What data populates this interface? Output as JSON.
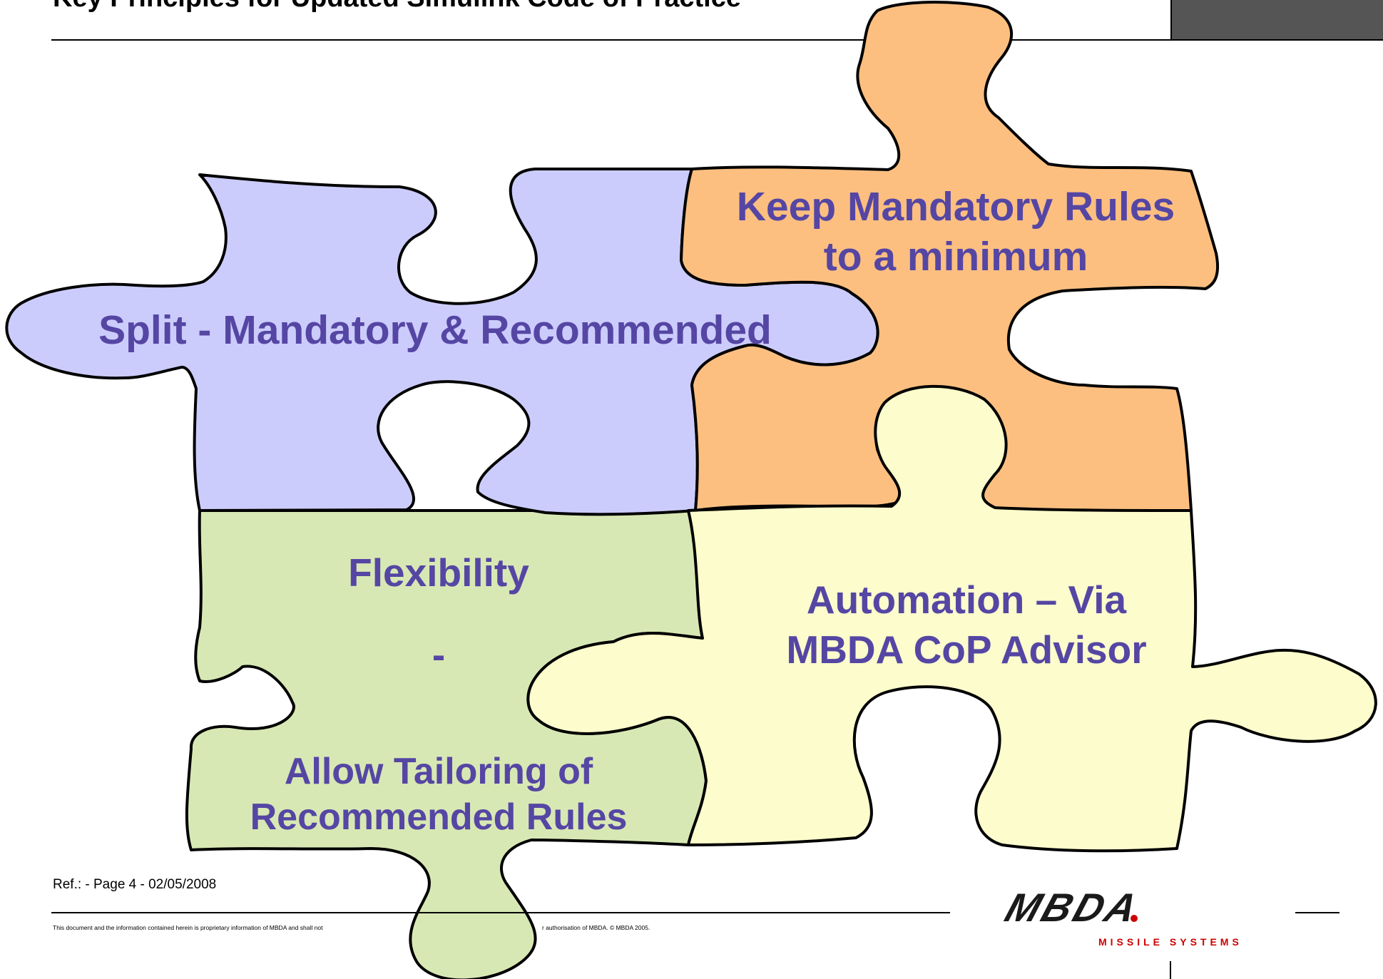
{
  "slide": {
    "title": "Key Principles for Updated Simulink Code of Practice",
    "pieces": {
      "top_left": {
        "lines": [
          "Split - Mandatory & Recommended"
        ],
        "fill": "#ccccfc"
      },
      "top_right": {
        "lines": [
          "Keep Mandatory Rules",
          "to a minimum"
        ],
        "fill": "#fcbf80"
      },
      "bottom_left": {
        "heading": "Flexibility",
        "dash": "-",
        "lines": [
          "Allow Tailoring of",
          "Recommended Rules"
        ],
        "fill": "#d8e8b4"
      },
      "bottom_right": {
        "lines": [
          "Automation – Via",
          "MBDA CoP Advisor"
        ],
        "fill": "#fcfccc"
      }
    },
    "text_color": "#5546a4",
    "footer": {
      "ref": "Ref.: - Page 4 - 02/05/2008",
      "disclaimer_left": "This document and the information contained herein is proprietary information of MBDA and shall not",
      "disclaimer_right": "r authorisation of MBDA. © MBDA 2005."
    },
    "logo": {
      "wordmark": "MBDA",
      "tagline": "MISSILE SYSTEMS",
      "accent": "#cc0000"
    }
  }
}
